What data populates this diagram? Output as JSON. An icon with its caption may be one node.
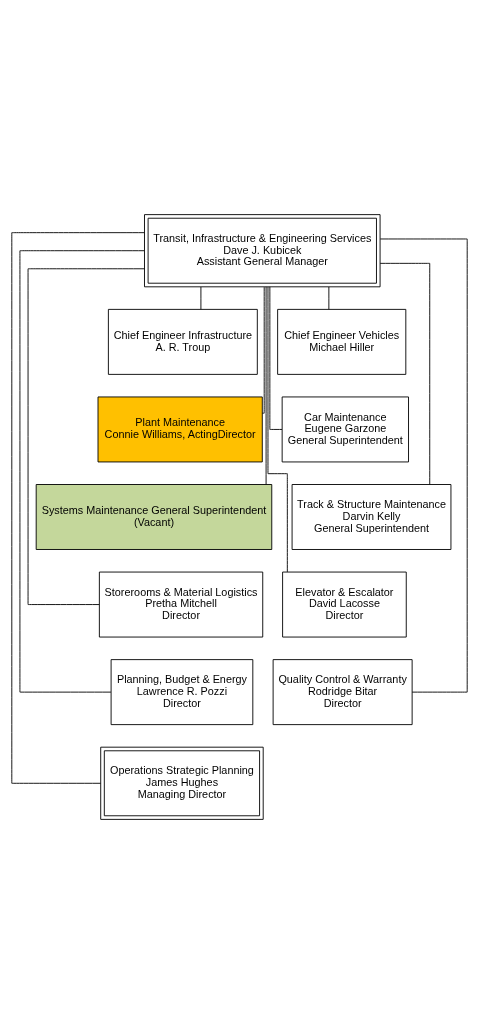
{
  "diagram": {
    "nodes": [
      {
        "text": [
          "Transit, Infrastructure & Engineering Services",
          "Dave J. Kubicek",
          "Assistant General Manager"
        ]
      },
      {
        "text": [
          "Chief Engineer Infrastructure",
          "A. R. Troup"
        ]
      },
      {
        "text": [
          "Chief Engineer Vehicles",
          "Michael Hiller"
        ]
      },
      {
        "text": [
          "Plant Maintenance",
          "Connie Williams, ActingDirector"
        ]
      },
      {
        "text": [
          "Car Maintenance",
          "Eugene Garzone",
          "General Superintendent"
        ]
      },
      {
        "text": [
          "Systems Maintenance General Superintendent",
          "(Vacant)"
        ]
      },
      {
        "text": [
          "Track & Structure Maintenance",
          "Darvin Kelly",
          "General Superintendent"
        ]
      },
      {
        "text": [
          "Storerooms & Material Logistics",
          "Pretha Mitchell",
          "Director"
        ]
      },
      {
        "text": [
          "Elevator & Escalator",
          "David Lacosse",
          "Director"
        ]
      },
      {
        "text": [
          "Planning, Budget & Energy",
          "Lawrence R. Pozzi",
          "Director"
        ]
      },
      {
        "text": [
          "Quality Control & Warranty",
          "Rodridge Bitar",
          "Director"
        ]
      },
      {
        "text": [
          "Operations Strategic Planning",
          "James Hughes",
          "Managing Director"
        ]
      }
    ],
    "edges": [
      {
        "from": 0,
        "to": 1,
        "arrow": "none"
      },
      {
        "from": 0,
        "to": 2,
        "arrow": "none"
      },
      {
        "from": 0,
        "to": 3,
        "arrow": "none"
      },
      {
        "from": 0,
        "to": 4,
        "arrow": "none"
      },
      {
        "from": 0,
        "to": 5,
        "arrow": "none"
      },
      {
        "from": 0,
        "to": 6,
        "arrow": "none"
      },
      {
        "from": 0,
        "to": 7,
        "arrow": "none"
      },
      {
        "from": 0,
        "to": 8,
        "arrow": "none"
      },
      {
        "from": 0,
        "to": 9,
        "arrow": "none"
      },
      {
        "from": 0,
        "to": 10,
        "arrow": "none"
      },
      {
        "from": 0,
        "to": 11,
        "arrow": "none"
      }
    ]
  }
}
